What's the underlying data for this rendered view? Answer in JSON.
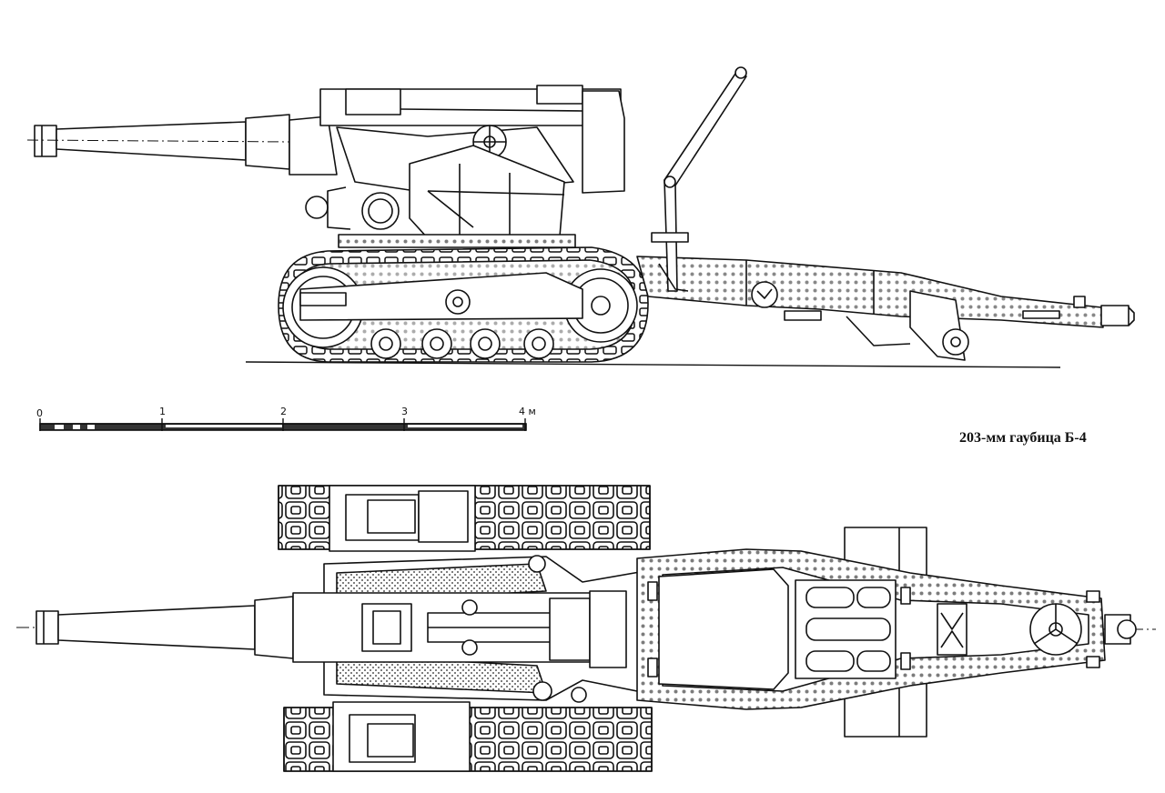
{
  "caption": "203-мм гаубица Б-4",
  "scale_bar": {
    "ticks": [
      "0",
      "1",
      "2",
      "3"
    ],
    "end_label": "4 м"
  },
  "colors": {
    "ink": "#111111",
    "paper": "#ffffff"
  }
}
